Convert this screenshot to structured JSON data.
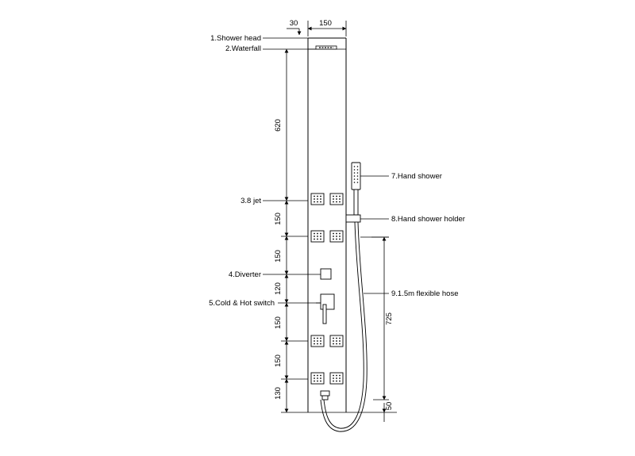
{
  "labels": {
    "shower_head": "1.Shower head",
    "waterfall": "2.Waterfall",
    "jet": "3.8 jet",
    "diverter": "4.Diverter",
    "switch": "5.Cold & Hot switch",
    "hand_shower": "7.Hand shower",
    "holder": "8.Hand shower holder",
    "hose": "9.1.5m flexible hose"
  },
  "dimensions": {
    "top_offset": "30",
    "panel_width": "150",
    "upper_height": "620",
    "jet_gap_1": "150",
    "jet_gap_2": "150",
    "diverter_gap": "120",
    "switch_gap": "150",
    "jet_gap_3": "150",
    "bottom": "130",
    "hose_length": "725",
    "base": "50"
  }
}
